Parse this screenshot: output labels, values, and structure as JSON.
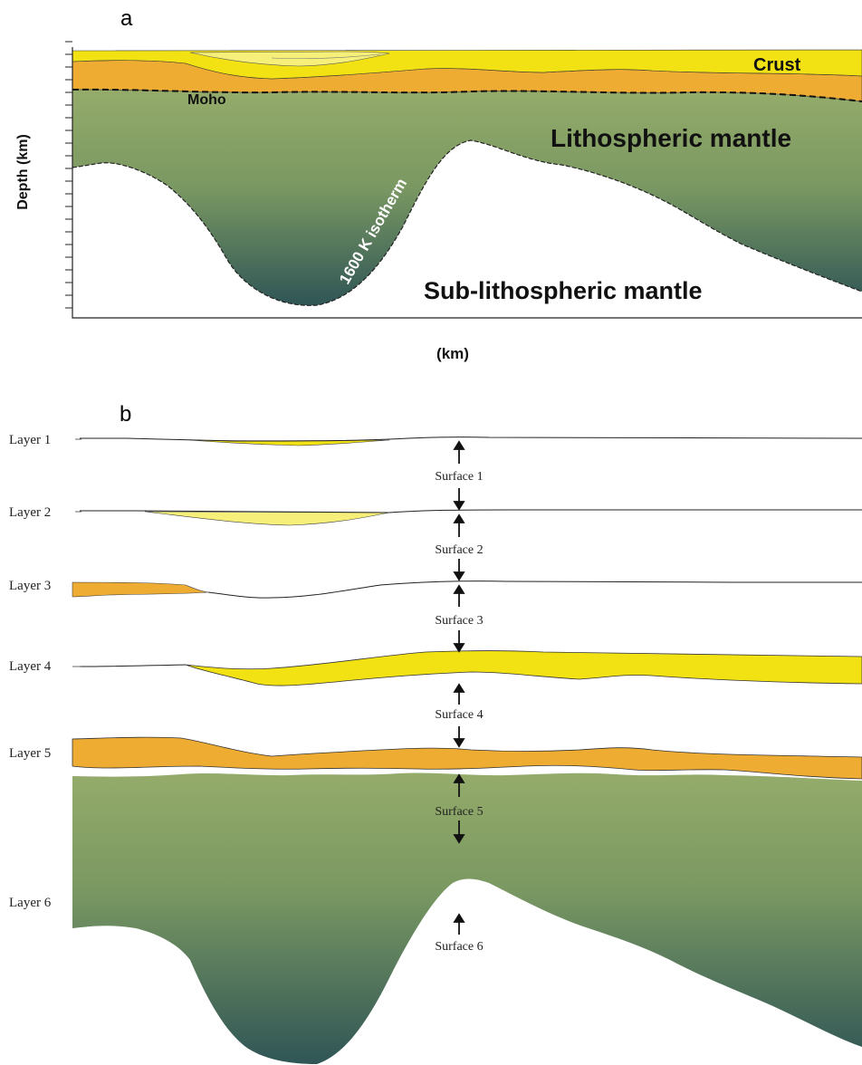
{
  "panel_a": {
    "letter": "a",
    "y_axis_label": "Depth (km)",
    "x_axis_label": "(km)",
    "labels": {
      "crust": "Crust",
      "moho": "Moho",
      "lithospheric_mantle": "Lithospheric mantle",
      "isotherm": "1600 K isotherm",
      "sub_lithospheric_mantle": "Sub-lithospheric mantle"
    }
  },
  "panel_b": {
    "letter": "b",
    "layers": [
      "Layer 1",
      "Layer 2",
      "Layer 3",
      "Layer 4",
      "Layer 5",
      "Layer 6"
    ],
    "surfaces": [
      "Surface 1",
      "Surface 2",
      "Surface 3",
      "Surface 4",
      "Surface 5",
      "Surface 6"
    ]
  },
  "colors": {
    "crust_light_yellow": "#f6f07a",
    "crust_yellow": "#f2e214",
    "crust_orange": "#eeac33",
    "mantle_top_green": "#94ab6a",
    "mantle_bottom_teal": "#2f5556"
  }
}
